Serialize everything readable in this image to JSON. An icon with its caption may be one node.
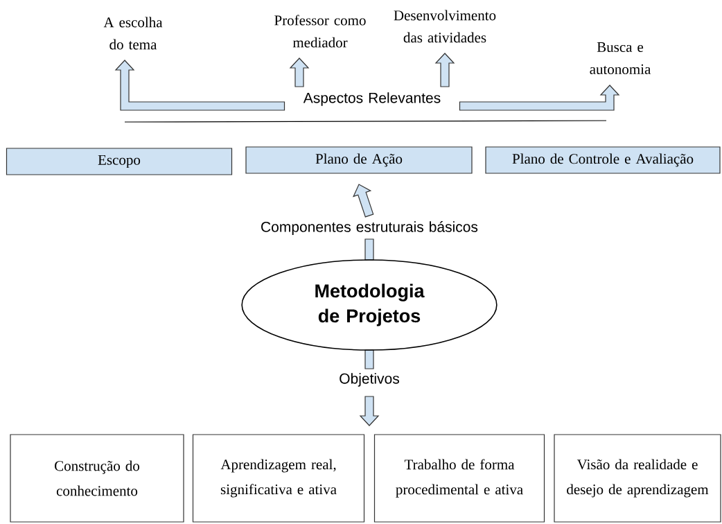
{
  "diagram": {
    "nodes": [
      {
        "text": [
          "A escolha do tema"
        ]
      },
      {
        "text": [
          "Professor como mediador"
        ]
      },
      {
        "text": [
          "Desenvolvimento das atividades"
        ]
      },
      {
        "text": [
          "Busca e autonomia"
        ]
      },
      {
        "text": [
          "Aspectos Relevantes"
        ]
      },
      {
        "text": [
          "Escopo"
        ]
      },
      {
        "text": [
          "Plano de Ação"
        ]
      },
      {
        "text": [
          "Plano de Controle e Avaliação"
        ]
      },
      {
        "text": [
          "Componentes estruturais básicos"
        ]
      },
      {
        "text": [
          "Metodologia de Projetos"
        ]
      },
      {
        "text": [
          "Objetivos"
        ]
      },
      {
        "text": [
          "Construção do conhecimento"
        ]
      },
      {
        "text": [
          "Aprendizagem real, significativa e ativa"
        ]
      },
      {
        "text": [
          "Trabalho de forma procedimental e ativa"
        ]
      },
      {
        "text": [
          "Visão da realidade e desejo de aprendizagem"
        ]
      }
    ],
    "edges": [
      {
        "from": 4,
        "to": 0,
        "arrow": "to"
      },
      {
        "from": 4,
        "to": 1,
        "arrow": "to"
      },
      {
        "from": 4,
        "to": 2,
        "arrow": "to"
      },
      {
        "from": 4,
        "to": 3,
        "arrow": "to"
      },
      {
        "from": 8,
        "to": 6,
        "arrow": "to"
      },
      {
        "from": 9,
        "to": 8,
        "arrow": "none"
      },
      {
        "from": 9,
        "to": 10,
        "arrow": "none"
      },
      {
        "from": 10,
        "to": null,
        "arrow": "to"
      }
    ]
  }
}
